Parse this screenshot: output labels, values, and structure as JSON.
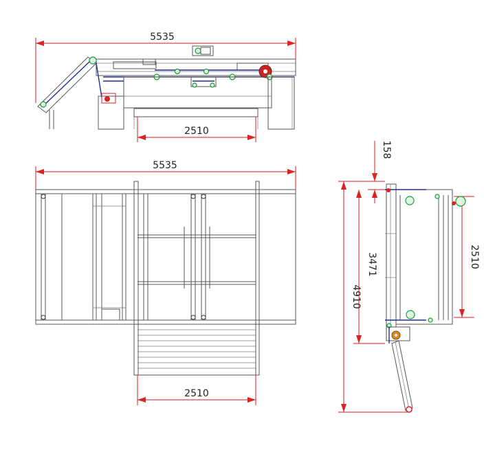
{
  "drawing": {
    "side_view": {
      "overall_length": "5535",
      "platform_width": "2510"
    },
    "plan_view": {
      "overall_length": "5535",
      "platform_width": "2510"
    },
    "end_view": {
      "offset": "158",
      "inner_length": "3471",
      "total_length": "4910",
      "platform_width": "2510"
    }
  },
  "colors": {
    "dimension": "#e0141e",
    "frame": "#555555",
    "blue_parts": "#1a2f9a",
    "green_parts": "#169a3a"
  }
}
